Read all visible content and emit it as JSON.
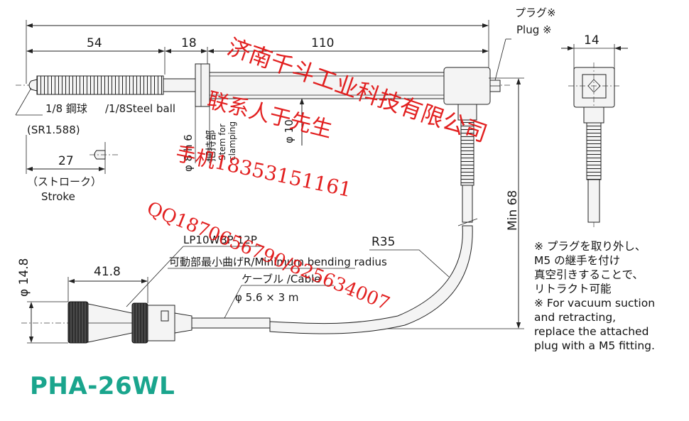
{
  "model": "PHA-26WL",
  "dimensions": {
    "d54": "54",
    "d18": "18",
    "d110": "110",
    "d14": "14",
    "d27": "27",
    "d41_8": "41.8",
    "phi14_8": "φ 14.8",
    "phi8h6": "φ 8 h 6",
    "phi10": "φ 10",
    "min68": "Min 68",
    "r35": "R35",
    "cable_size": "φ 5.6 × 3 m"
  },
  "labels": {
    "plug_jp": "プラグ※",
    "plug_en": "Plug ※",
    "steel_ball_jp": "1/8 鋼球",
    "steel_ball_en": "/1/8Steel ball",
    "sr": "(SR1.588)",
    "stroke_jp": "（ストローク）",
    "stroke_en": "Stroke",
    "stem_jp": "把持部",
    "stem_en1": "Stem for",
    "stem_en2": "clamping",
    "connector": "LP10WBP-12P",
    "bend_radius": "可動部最小曲げR/Minimum bending radius",
    "cable": "ケーブル /Cable"
  },
  "note": [
    "※ プラグを取り外し、",
    "M5 の継手を付け",
    "真空引きすることで、",
    "リトラクト可能",
    "※ For vacuum suction",
    "and retracting,",
    "replace the attached",
    "plug with a M5 fitting."
  ],
  "watermark": {
    "line1": "济南千斗工业科技有限公司",
    "line2": "联系人于先生",
    "line3": "手机18353151161",
    "line4": "QQ1870656790/825634007"
  },
  "colors": {
    "model": "#1aa58d",
    "watermark": "#e01010"
  }
}
